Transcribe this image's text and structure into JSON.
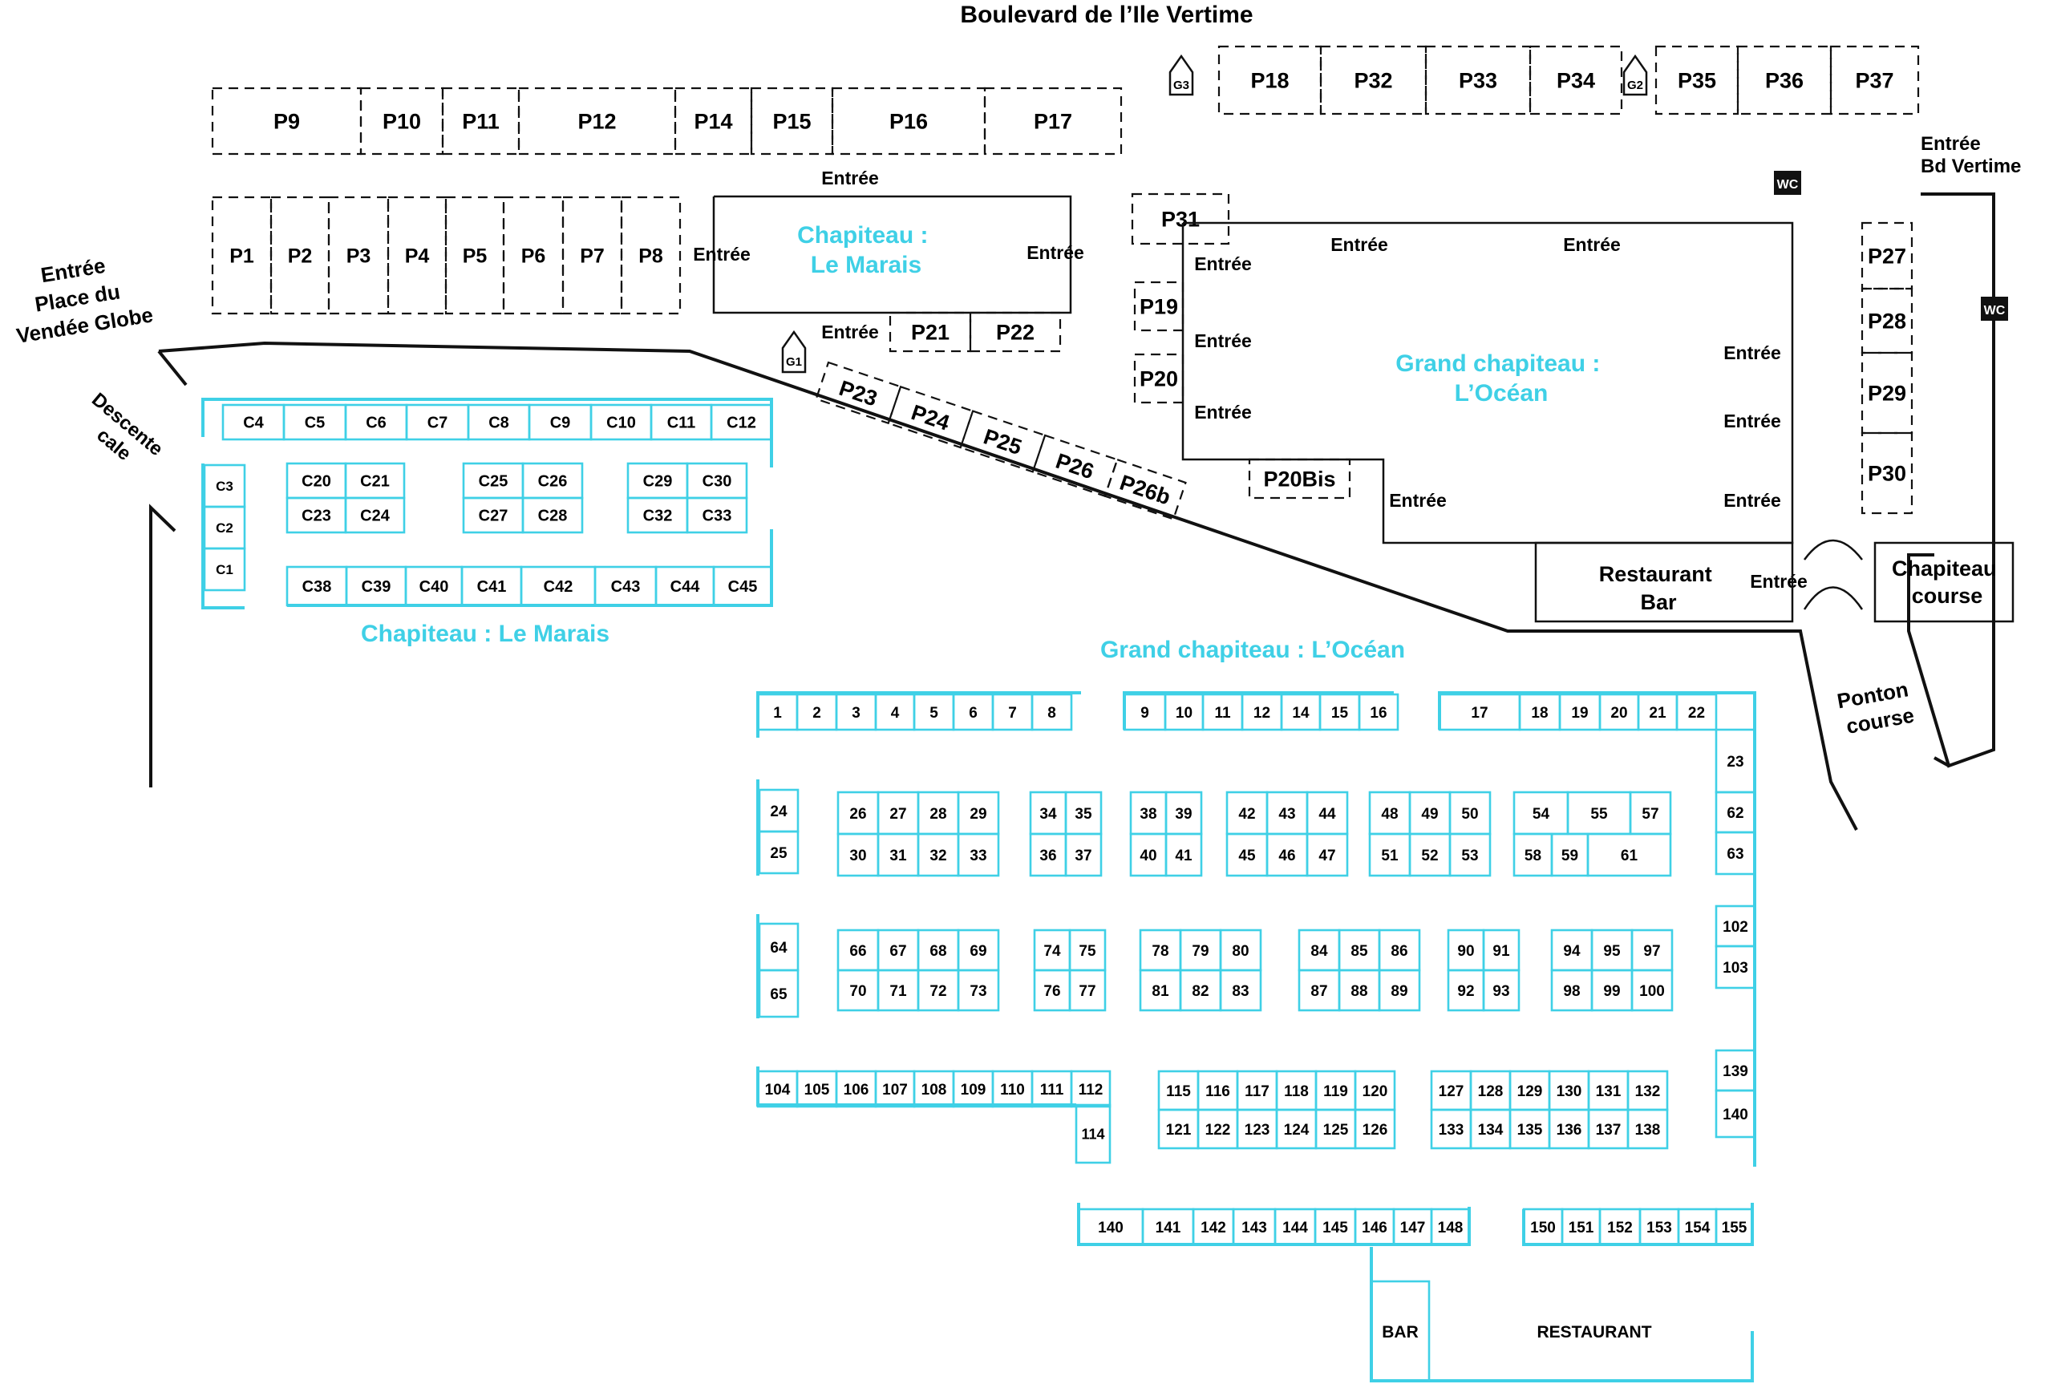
{
  "colors": {
    "accent": "#3fd0e6",
    "line": "#111111",
    "background": "#ffffff"
  },
  "icons": {
    "gate": "house-gate-icon",
    "wc": "wc-badge-icon"
  },
  "labels": {
    "boulevard": "Boulevard de l’Ile Vertime",
    "entree": "Entrée",
    "entree_bd": [
      "Entrée",
      "Bd Vertime"
    ],
    "entree_place": [
      "Entrée",
      "Place du",
      "Vendée Globe"
    ],
    "descente": [
      "Descente",
      "cale"
    ],
    "marais_tent": [
      "Chapiteau :",
      "Le Marais"
    ],
    "ocean_tent": [
      "Grand chapiteau :",
      "L’Océan"
    ],
    "marais_zone": "Chapiteau : Le Marais",
    "ocean_zone": "Grand chapiteau : L’Océan",
    "restaurant_bar": [
      "Restaurant",
      "Bar"
    ],
    "chapiteau_course": [
      "Chapiteau",
      "course"
    ],
    "ponton": [
      "Ponton",
      "course"
    ],
    "bar": "BAR",
    "restaurant": "RESTAURANT",
    "wc": "WC",
    "gates": [
      "G1",
      "G2",
      "G3"
    ]
  },
  "pontoons": {
    "top_row": [
      "P9",
      "P10",
      "P11",
      "P12",
      "P14",
      "P15",
      "P16",
      "P17"
    ],
    "second_row": [
      "P1",
      "P2",
      "P3",
      "P4",
      "P5",
      "P6",
      "P7",
      "P8"
    ],
    "boulevard_row": [
      "P18",
      "P32",
      "P33",
      "P34",
      "P35",
      "P36",
      "P37"
    ],
    "marais_side": [
      "P21",
      "P22"
    ],
    "diagonal": [
      "P23",
      "P24",
      "P25",
      "P26",
      "P26b"
    ],
    "ocean_west": [
      "P31",
      "P19",
      "P20",
      "P20Bis"
    ],
    "east_column": [
      "P27",
      "P28",
      "P29",
      "P30"
    ]
  },
  "marais_stands": {
    "top_row": [
      "C4",
      "C5",
      "C6",
      "C7",
      "C8",
      "C9",
      "C10",
      "C11",
      "C12"
    ],
    "left_column": [
      "C3",
      "C2",
      "C1"
    ],
    "blocks": [
      [
        "C20",
        "C21",
        "C23",
        "C24"
      ],
      [
        "C25",
        "C26",
        "C27",
        "C28"
      ],
      [
        "C29",
        "C30",
        "C32",
        "C33"
      ]
    ],
    "bottom_row": [
      "C38",
      "C39",
      "C40",
      "C41",
      "C42",
      "C43",
      "C44",
      "C45"
    ]
  },
  "ocean_stands": {
    "row1": [
      [
        "1",
        "2",
        "3",
        "4",
        "5",
        "6",
        "7",
        "8"
      ],
      [
        "9",
        "10",
        "11",
        "12",
        "14",
        "15",
        "16"
      ],
      [
        "17",
        "18",
        "19",
        "20",
        "21",
        "22"
      ]
    ],
    "col_left_a": [
      "24",
      "25"
    ],
    "col_left_b": [
      "64",
      "65"
    ],
    "col_right": [
      "23",
      "62",
      "63",
      "102",
      "103",
      "139",
      "140"
    ],
    "block2": [
      [
        "26",
        "27",
        "28",
        "29",
        "30",
        "31",
        "32",
        "33"
      ],
      [
        "34",
        "35",
        "36",
        "37"
      ],
      [
        "38",
        "39",
        "40",
        "41"
      ],
      [
        "42",
        "43",
        "44",
        "45",
        "46",
        "47"
      ],
      [
        "48",
        "49",
        "50",
        "51",
        "52",
        "53"
      ],
      [
        "54",
        "55",
        "57",
        "58",
        "59",
        "61"
      ]
    ],
    "block3": [
      [
        "66",
        "67",
        "68",
        "69",
        "70",
        "71",
        "72",
        "73"
      ],
      [
        "74",
        "75",
        "76",
        "77"
      ],
      [
        "78",
        "79",
        "80",
        "81",
        "82",
        "83"
      ],
      [
        "84",
        "85",
        "86",
        "87",
        "88",
        "89"
      ],
      [
        "90",
        "91",
        "92",
        "93"
      ],
      [
        "94",
        "95",
        "97",
        "98",
        "99",
        "100"
      ]
    ],
    "row4": [
      "104",
      "105",
      "106",
      "107",
      "108",
      "109",
      "110",
      "111",
      "112"
    ],
    "single_114": "114",
    "block4": [
      [
        "115",
        "116",
        "117",
        "118",
        "119",
        "120",
        "121",
        "122",
        "123",
        "124",
        "125",
        "126"
      ],
      [
        "127",
        "128",
        "129",
        "130",
        "131",
        "132",
        "133",
        "134",
        "135",
        "136",
        "137",
        "138"
      ]
    ],
    "row5a": [
      "140",
      "141",
      "142",
      "143",
      "144",
      "145",
      "146",
      "147",
      "148"
    ],
    "row5b": [
      "150",
      "151",
      "152",
      "153",
      "154",
      "155"
    ]
  }
}
